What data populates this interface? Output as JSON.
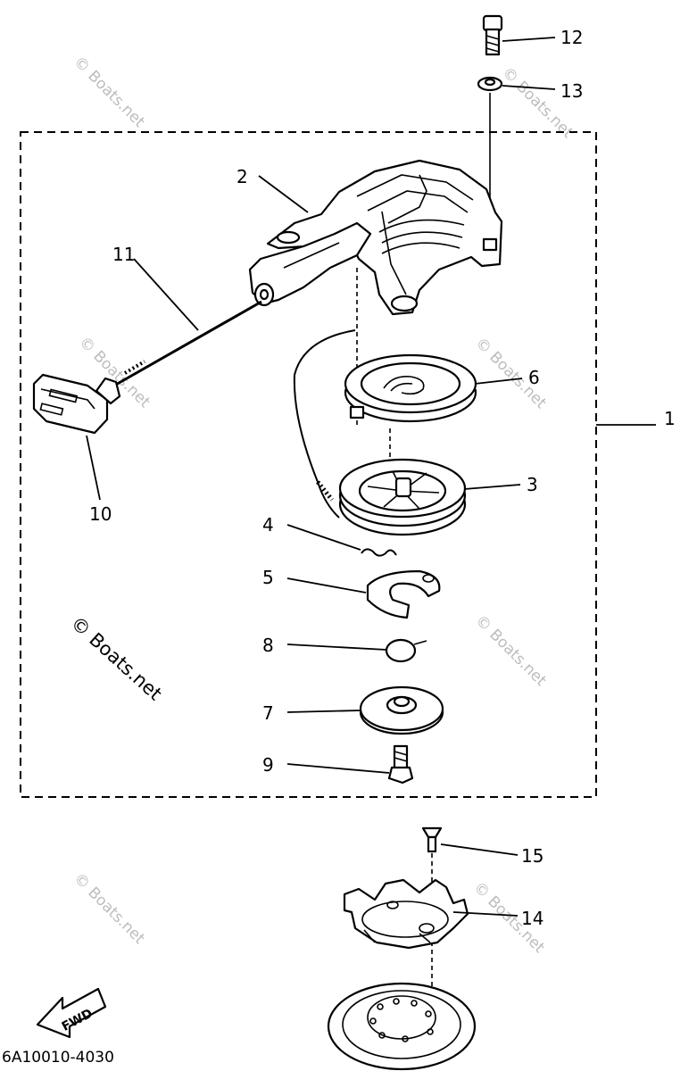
{
  "diagram": {
    "callouts": [
      "1",
      "2",
      "3",
      "4",
      "5",
      "6",
      "7",
      "8",
      "9",
      "10",
      "11",
      "12",
      "13",
      "14",
      "15"
    ],
    "watermark_main": "© Boats.net",
    "watermark_faint": "© Boats.net",
    "forward_label": "FWD",
    "drawing_code": "6A10010-4030"
  }
}
